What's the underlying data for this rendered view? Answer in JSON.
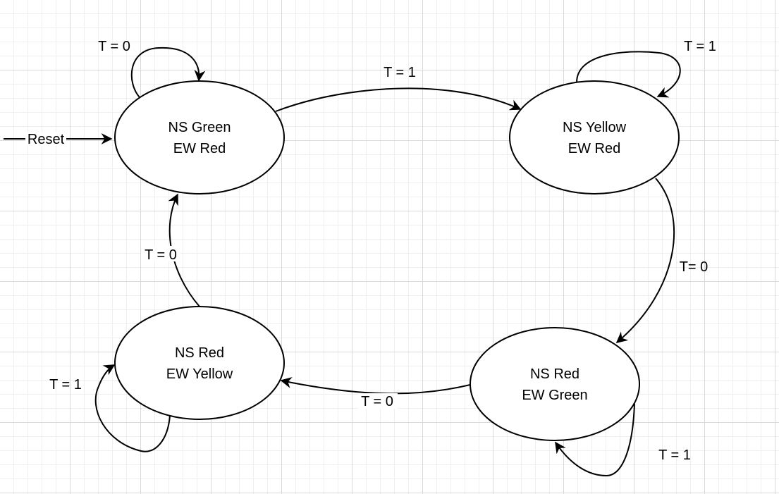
{
  "states": {
    "ns_green": {
      "line1": "NS Green",
      "line2": "EW Red"
    },
    "ns_yellow": {
      "line1": "NS Yellow",
      "line2": "EW Red"
    },
    "ns_red_ew_green": {
      "line1": "NS Red",
      "line2": "EW Green"
    },
    "ns_red_ew_yellow": {
      "line1": "NS Red",
      "line2": "EW Yellow"
    }
  },
  "transitions": {
    "reset": "Reset",
    "green_self": "T = 0",
    "green_to_yellow": "T = 1",
    "yellow_self": "T = 1",
    "yellow_to_ewgreen": "T= 0",
    "ewgreen_self": "T = 1",
    "ewgreen_to_ewyellow": "T = 0",
    "ewyellow_self": "T = 1",
    "ewyellow_to_green": "T = 0"
  },
  "colors": {
    "stroke": "#000000",
    "grid": "#d9d9d9",
    "background": "#ffffff"
  }
}
